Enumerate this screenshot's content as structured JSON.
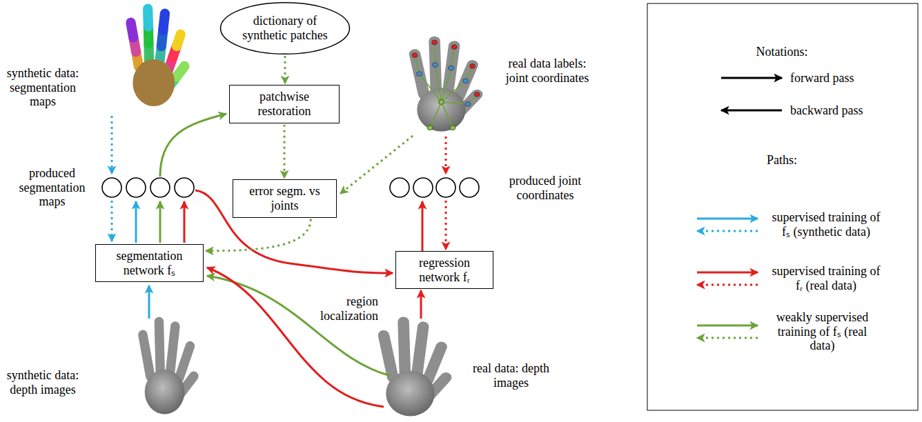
{
  "diagram": {
    "nodes": [
      {
        "text": [
          "dictionary of synthetic patches"
        ]
      },
      {
        "text": [
          "patchwise restoration"
        ]
      },
      {
        "text": [
          "error segm. vs joints"
        ]
      },
      {
        "text": [
          "segmentation network fₛ"
        ]
      },
      {
        "text": [
          "regression network fᵣ"
        ]
      }
    ],
    "edges": [
      {
        "from": 0,
        "to": 1,
        "arrow": "to"
      },
      {
        "from": 1,
        "to": 2,
        "arrow": "to"
      },
      {
        "from": 2,
        "to": 3,
        "arrow": "to"
      }
    ],
    "labels": [
      "synthetic data: segmentation maps",
      "produced segmentation maps",
      "real data labels: joint coordinates",
      "produced joint coordinates",
      "region localization",
      "synthetic data: depth images",
      "real data: depth images",
      "Notations:",
      "Paths:"
    ],
    "legend": [
      {
        "text": "forward pass"
      },
      {
        "text": "backward pass"
      },
      {
        "text": "supervised training of fₛ (synthetic data)"
      },
      {
        "text": "supervised training of fᵣ (real data)"
      },
      {
        "text": "weakly supervised training of fₛ (real data)"
      }
    ]
  }
}
